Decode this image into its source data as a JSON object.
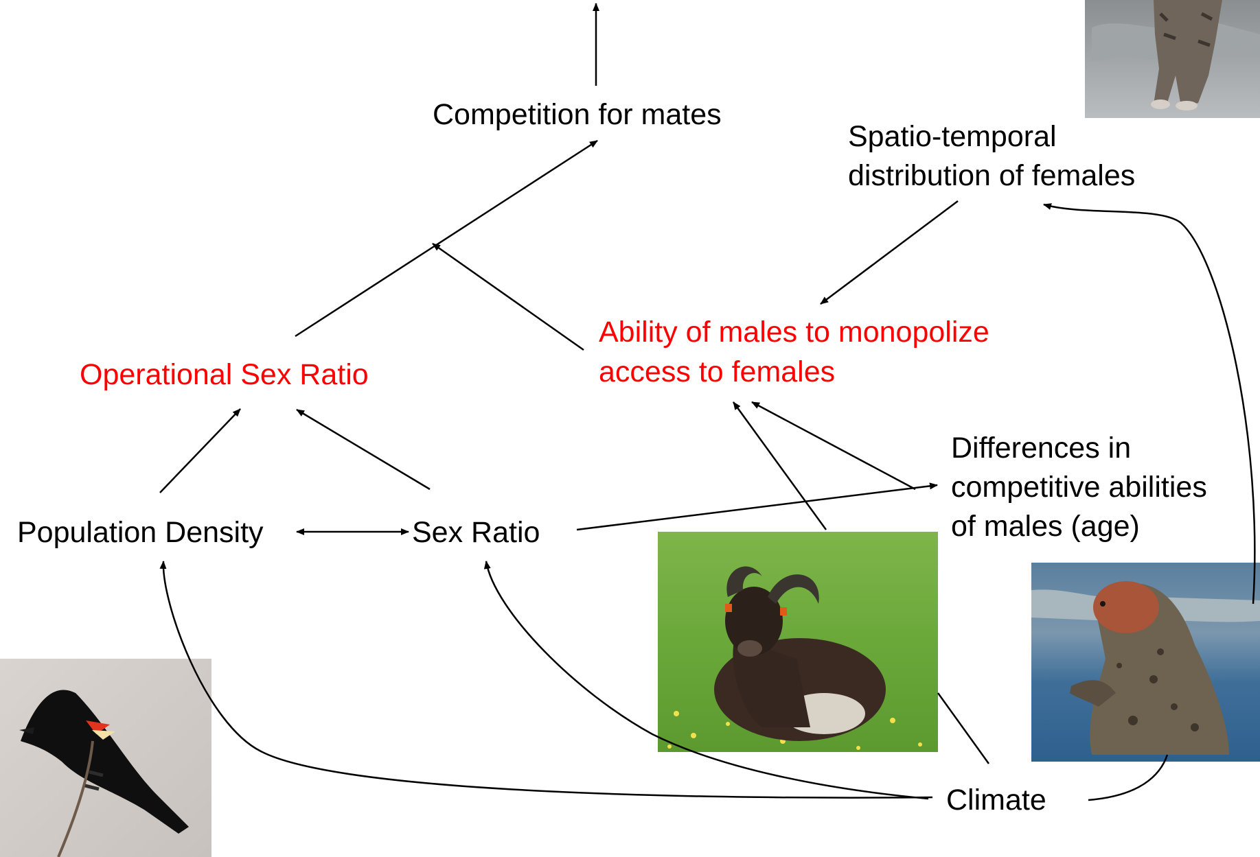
{
  "nodes": {
    "competition": "Competition for mates",
    "spatio_line1": "Spatio-temporal",
    "spatio_line2": "distribution of females",
    "ability_line1": "Ability of males to monopolize",
    "ability_line2": "access to females",
    "osr": "Operational Sex Ratio",
    "differences_line1": "Differences in",
    "differences_line2": "competitive abilities",
    "differences_line3": "of males (age)",
    "population_density": "Population Density",
    "sex_ratio": "Sex Ratio",
    "climate": "Climate"
  },
  "photos": {
    "cat": "cat-photo",
    "sheep": "soay-sheep-photo",
    "seal": "grey-seal-photo",
    "bird": "red-winged-blackbird-photo"
  },
  "colors": {
    "highlight": "#ff0000",
    "text": "#000000"
  }
}
